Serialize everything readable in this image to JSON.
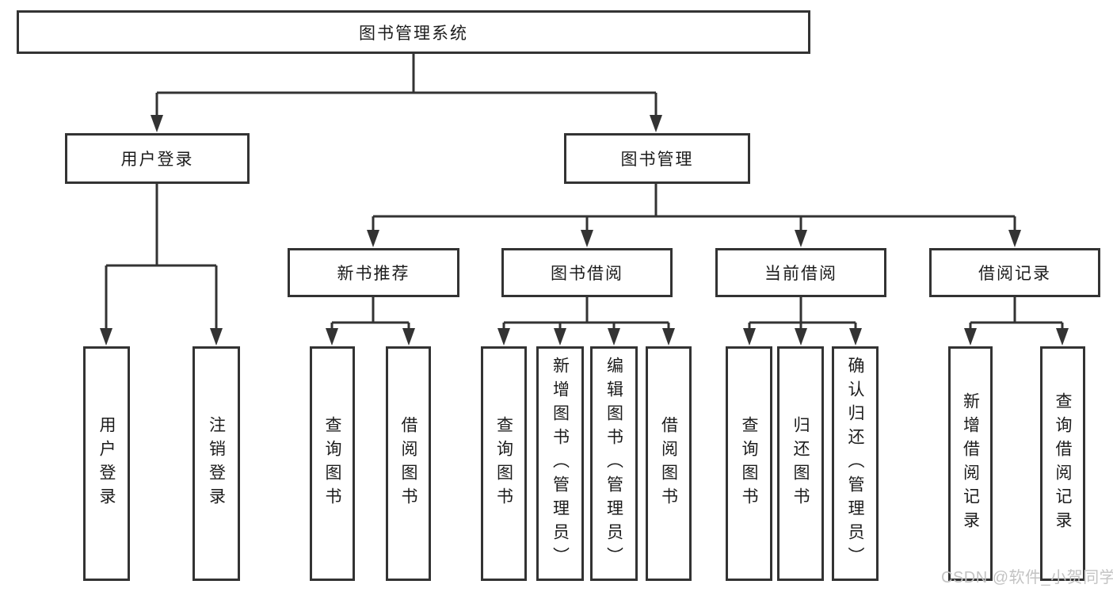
{
  "diagram": {
    "title": "图书管理系统",
    "type": "hierarchy-tree",
    "line_color": "#333333",
    "text_color": "#1c1c1c",
    "background_color": "#ffffff",
    "watermark_color": "#c3c3c3"
  },
  "nodes": {
    "root": "图书管理系统",
    "level2": [
      "用户登录",
      "图书管理"
    ],
    "level3": [
      "新书推荐",
      "图书借阅",
      "当前借阅",
      "借阅记录"
    ],
    "leaves": [
      "用户登录",
      "注销登录",
      "查询图书",
      "借阅图书",
      "查询图书",
      "新增图书（管理员）",
      "编辑图书（管理员）",
      "借阅图书",
      "查询图书",
      "归还图书",
      "确认归还（管理员）",
      "新增借阅记录",
      "查询借阅记录"
    ]
  },
  "hierarchy": {
    "图书管理系统": [
      "用户登录",
      "图书管理"
    ],
    "用户登录": [
      "用户登录",
      "注销登录"
    ],
    "图书管理": [
      "新书推荐",
      "图书借阅",
      "当前借阅",
      "借阅记录"
    ],
    "新书推荐": [
      "查询图书",
      "借阅图书"
    ],
    "图书借阅": [
      "查询图书",
      "新增图书（管理员）",
      "编辑图书（管理员）",
      "借阅图书"
    ],
    "当前借阅": [
      "查询图书",
      "归还图书",
      "确认归还（管理员）"
    ],
    "借阅记录": [
      "新增借阅记录",
      "查询借阅记录"
    ]
  },
  "watermark": "CSDN @软件_小贺同学"
}
